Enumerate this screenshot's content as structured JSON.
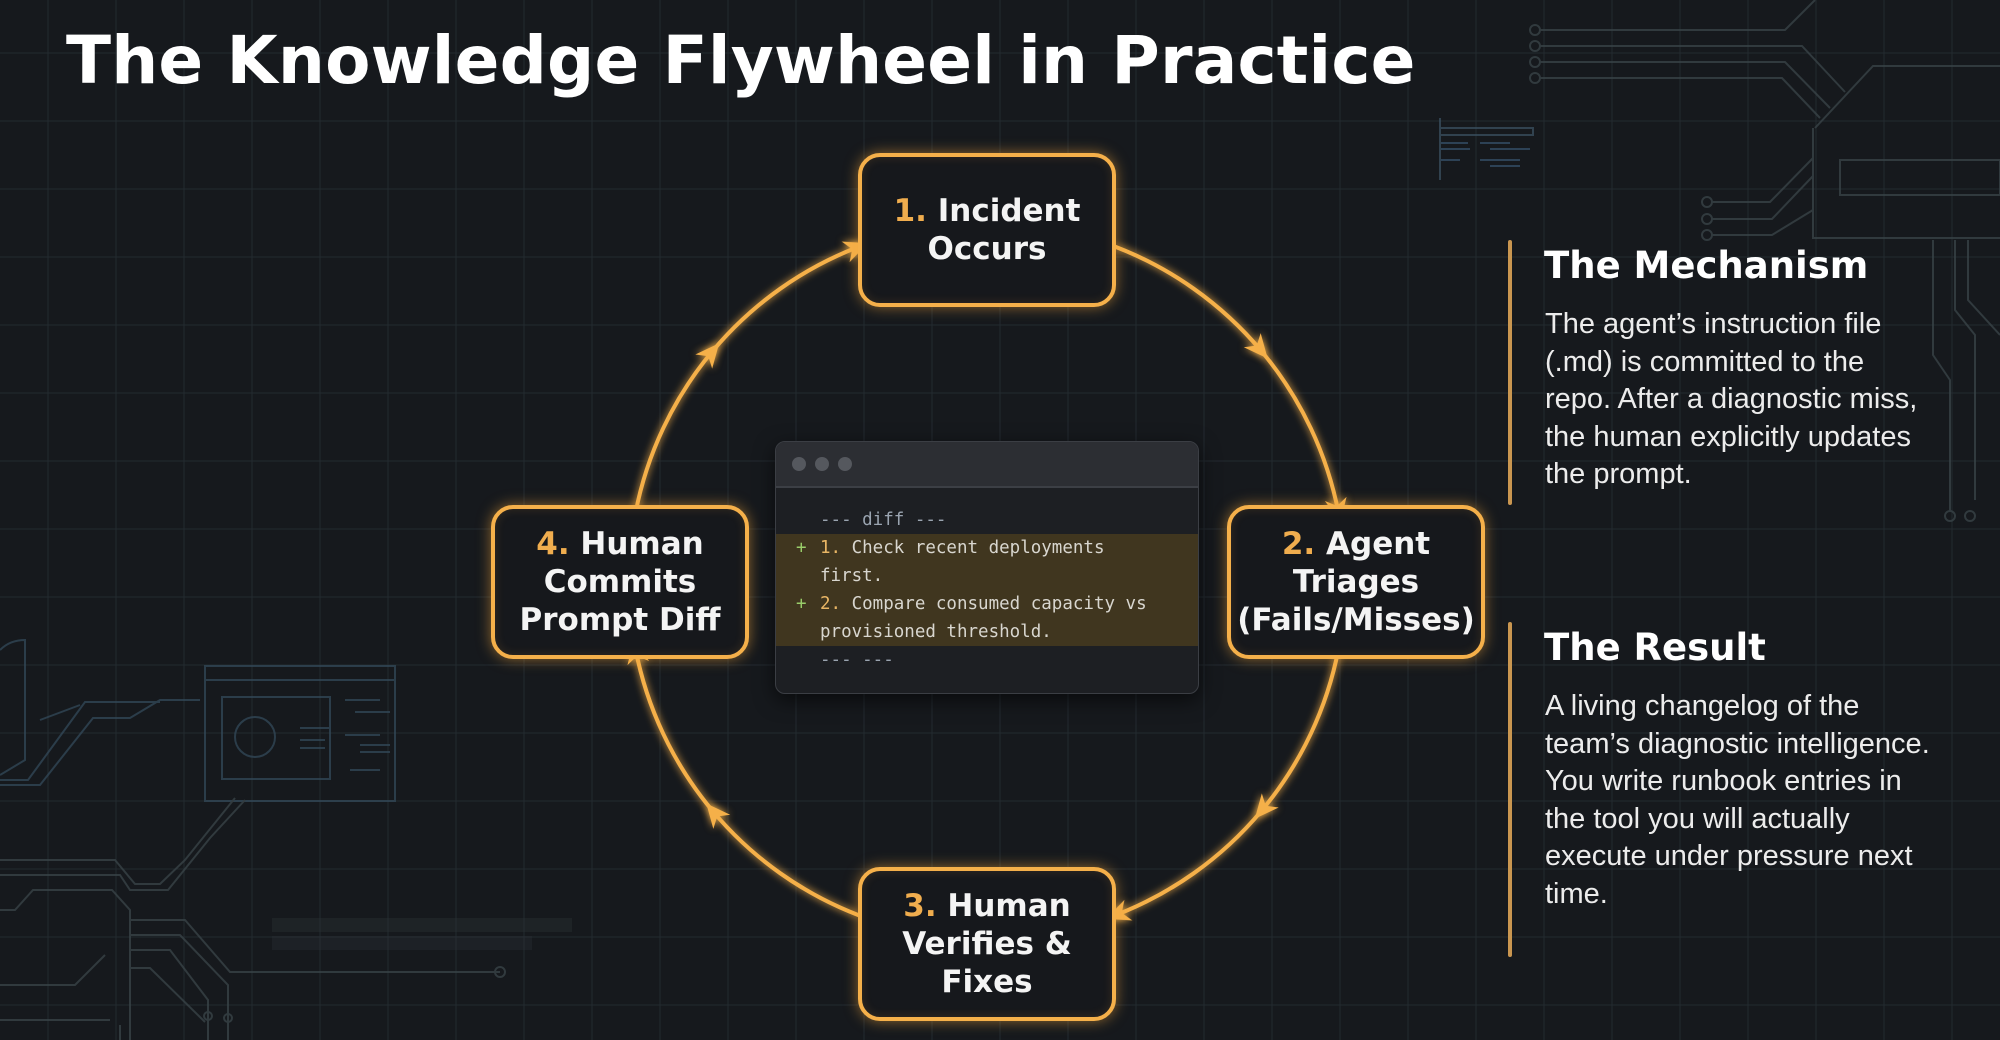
{
  "title": "The Knowledge Flywheel in Practice",
  "colors": {
    "background": "#16191d",
    "accent": "#f5b04a",
    "step_number": "#f0ad4e",
    "diff_add_bg": "#40361f",
    "diff_plus": "#9acd6a",
    "side_bar": "#c99650"
  },
  "cycle": {
    "steps": [
      {
        "num": "1.",
        "lines": [
          "Incident",
          "Occurs"
        ]
      },
      {
        "num": "2.",
        "lines": [
          "Agent",
          "Triages",
          "(Fails/Misses)"
        ]
      },
      {
        "num": "3.",
        "lines": [
          "Human",
          "Verifies &",
          "Fixes"
        ]
      },
      {
        "num": "4.",
        "lines": [
          "Human",
          "Commits",
          "Prompt Diff"
        ]
      }
    ]
  },
  "diff_panel": {
    "header": "--- diff ---",
    "added": [
      {
        "marker": "+",
        "num": "1.",
        "text": " Check recent deployments",
        "cont": "first."
      },
      {
        "marker": "+",
        "num": "2.",
        "text": " Compare consumed capacity vs",
        "cont": "provisioned threshold."
      }
    ],
    "footer": "--- ---"
  },
  "sidebar": {
    "mechanism": {
      "heading": "The Mechanism",
      "body": "The agent’s instruction file (.md) is committed to the repo. After a diagnostic miss, the human explicitly updates the prompt."
    },
    "result": {
      "heading": "The Result",
      "body": "A living changelog of the team’s diagnostic intelligence. You write runbook entries in the tool you will actually execute under pressure next time."
    }
  }
}
